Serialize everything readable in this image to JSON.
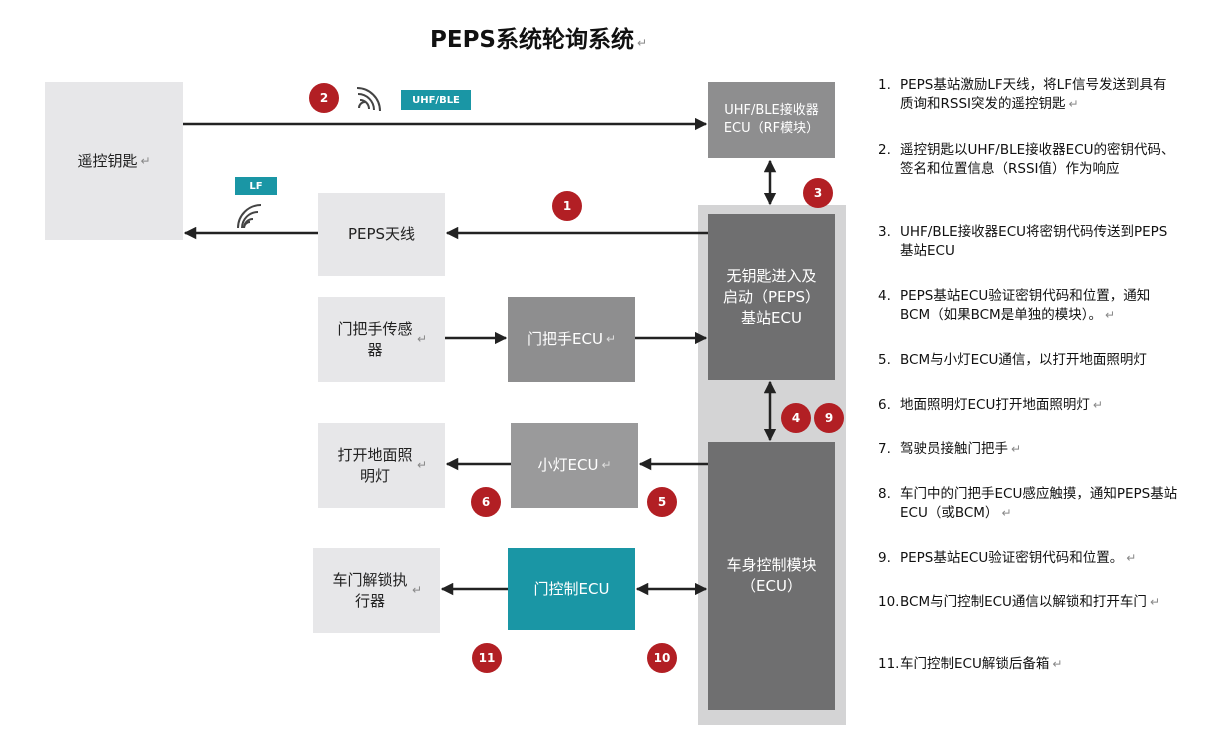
{
  "title": "PEPS系统轮询系统",
  "return_mark": "↵",
  "boxes": {
    "key_fob": "遥控钥匙",
    "uhf_receiver": "UHF/BLE接收器ECU（RF模块）",
    "peps_antenna": "PEPS天线",
    "peps_base": "无钥匙进入及启动（PEPS）基站ECU",
    "door_handle_sensor": "门把手传感器",
    "door_handle_ecu": "门把手ECU",
    "ground_light": "打开地面照明灯",
    "small_light_ecu": "小灯ECU",
    "bcm": "车身控制模块（ECU）",
    "door_unlock_actuator": "车门解锁执行器",
    "door_control_ecu": "门控制ECU"
  },
  "tags": {
    "uhf_ble": "UHF/BLE",
    "lf": "LF"
  },
  "badges": [
    "1",
    "2",
    "3",
    "4",
    "5",
    "6",
    "9",
    "10",
    "11"
  ],
  "steps": [
    {
      "num": "1.",
      "text": "PEPS基站激励LF天线，将LF信号发送到具有质询和RSSI突发的遥控钥匙"
    },
    {
      "num": "2.",
      "text": "遥控钥匙以UHF/BLE接收器ECU的密钥代码、签名和位置信息（RSSI值）作为响应"
    },
    {
      "num": "3.",
      "text": "UHF/BLE接收器ECU将密钥代码传送到PEPS基站ECU"
    },
    {
      "num": "4.",
      "text": "PEPS基站ECU验证密钥代码和位置，通知BCM（如果BCM是单独的模块）。"
    },
    {
      "num": "5.",
      "text": "BCM与小灯ECU通信，以打开地面照明灯"
    },
    {
      "num": "6.",
      "text": "地面照明灯ECU打开地面照明灯"
    },
    {
      "num": "7.",
      "text": "驾驶员接触门把手"
    },
    {
      "num": "8.",
      "text": "车门中的门把手ECU感应触摸，通知PEPS基站ECU（或BCM）"
    },
    {
      "num": "9.",
      "text": "PEPS基站ECU验证密钥代码和位置。"
    },
    {
      "num": "10.",
      "text": "BCM与门控制ECU通信以解锁和打开车门"
    },
    {
      "num": "11.",
      "text": "车门控制ECU解锁后备箱"
    }
  ]
}
